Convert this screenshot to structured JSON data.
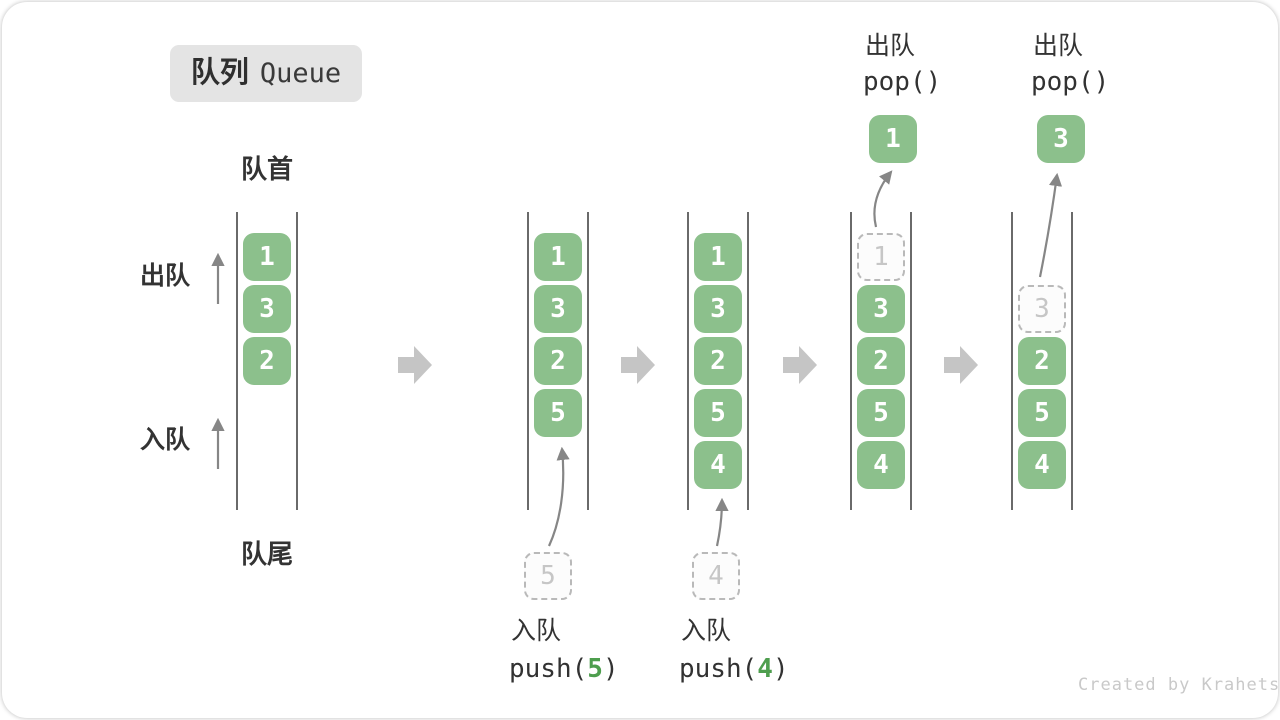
{
  "title": {
    "zh": "队列",
    "en": "Queue"
  },
  "side_labels": {
    "front": "队首",
    "rear": "队尾",
    "dequeue": "出队",
    "enqueue": "入队"
  },
  "watermark": "Created by Krahets",
  "colors": {
    "cell_green": "#8CC08C",
    "code_green": "#4E9E4E",
    "arrow_gray": "#868686",
    "block_arrow_gray": "#C5C5C5",
    "line_dark": "#454545",
    "ghost_gray": "#C6C6C6",
    "badge_bg": "#E4E4E4"
  },
  "states": [
    {
      "name": "initial",
      "cells": [
        "1",
        "3",
        "2"
      ]
    },
    {
      "name": "after-push-5",
      "cells": [
        "1",
        "3",
        "2",
        "5"
      ],
      "pending": "5",
      "action": {
        "zh": "入队",
        "code_pre": "push(",
        "code_arg": "5",
        "code_post": ")"
      }
    },
    {
      "name": "after-push-4",
      "cells": [
        "1",
        "3",
        "2",
        "5",
        "4"
      ],
      "pending": "4",
      "action": {
        "zh": "入队",
        "code_pre": "push(",
        "code_arg": "4",
        "code_post": ")"
      }
    },
    {
      "name": "after-pop-1",
      "ghost": "1",
      "cells": [
        "3",
        "2",
        "5",
        "4"
      ],
      "popped": "1",
      "action": {
        "zh": "出队",
        "code": "pop()"
      }
    },
    {
      "name": "after-pop-3",
      "ghost": "3",
      "cells": [
        "2",
        "5",
        "4"
      ],
      "popped": "3",
      "action": {
        "zh": "出队",
        "code": "pop()"
      }
    }
  ]
}
